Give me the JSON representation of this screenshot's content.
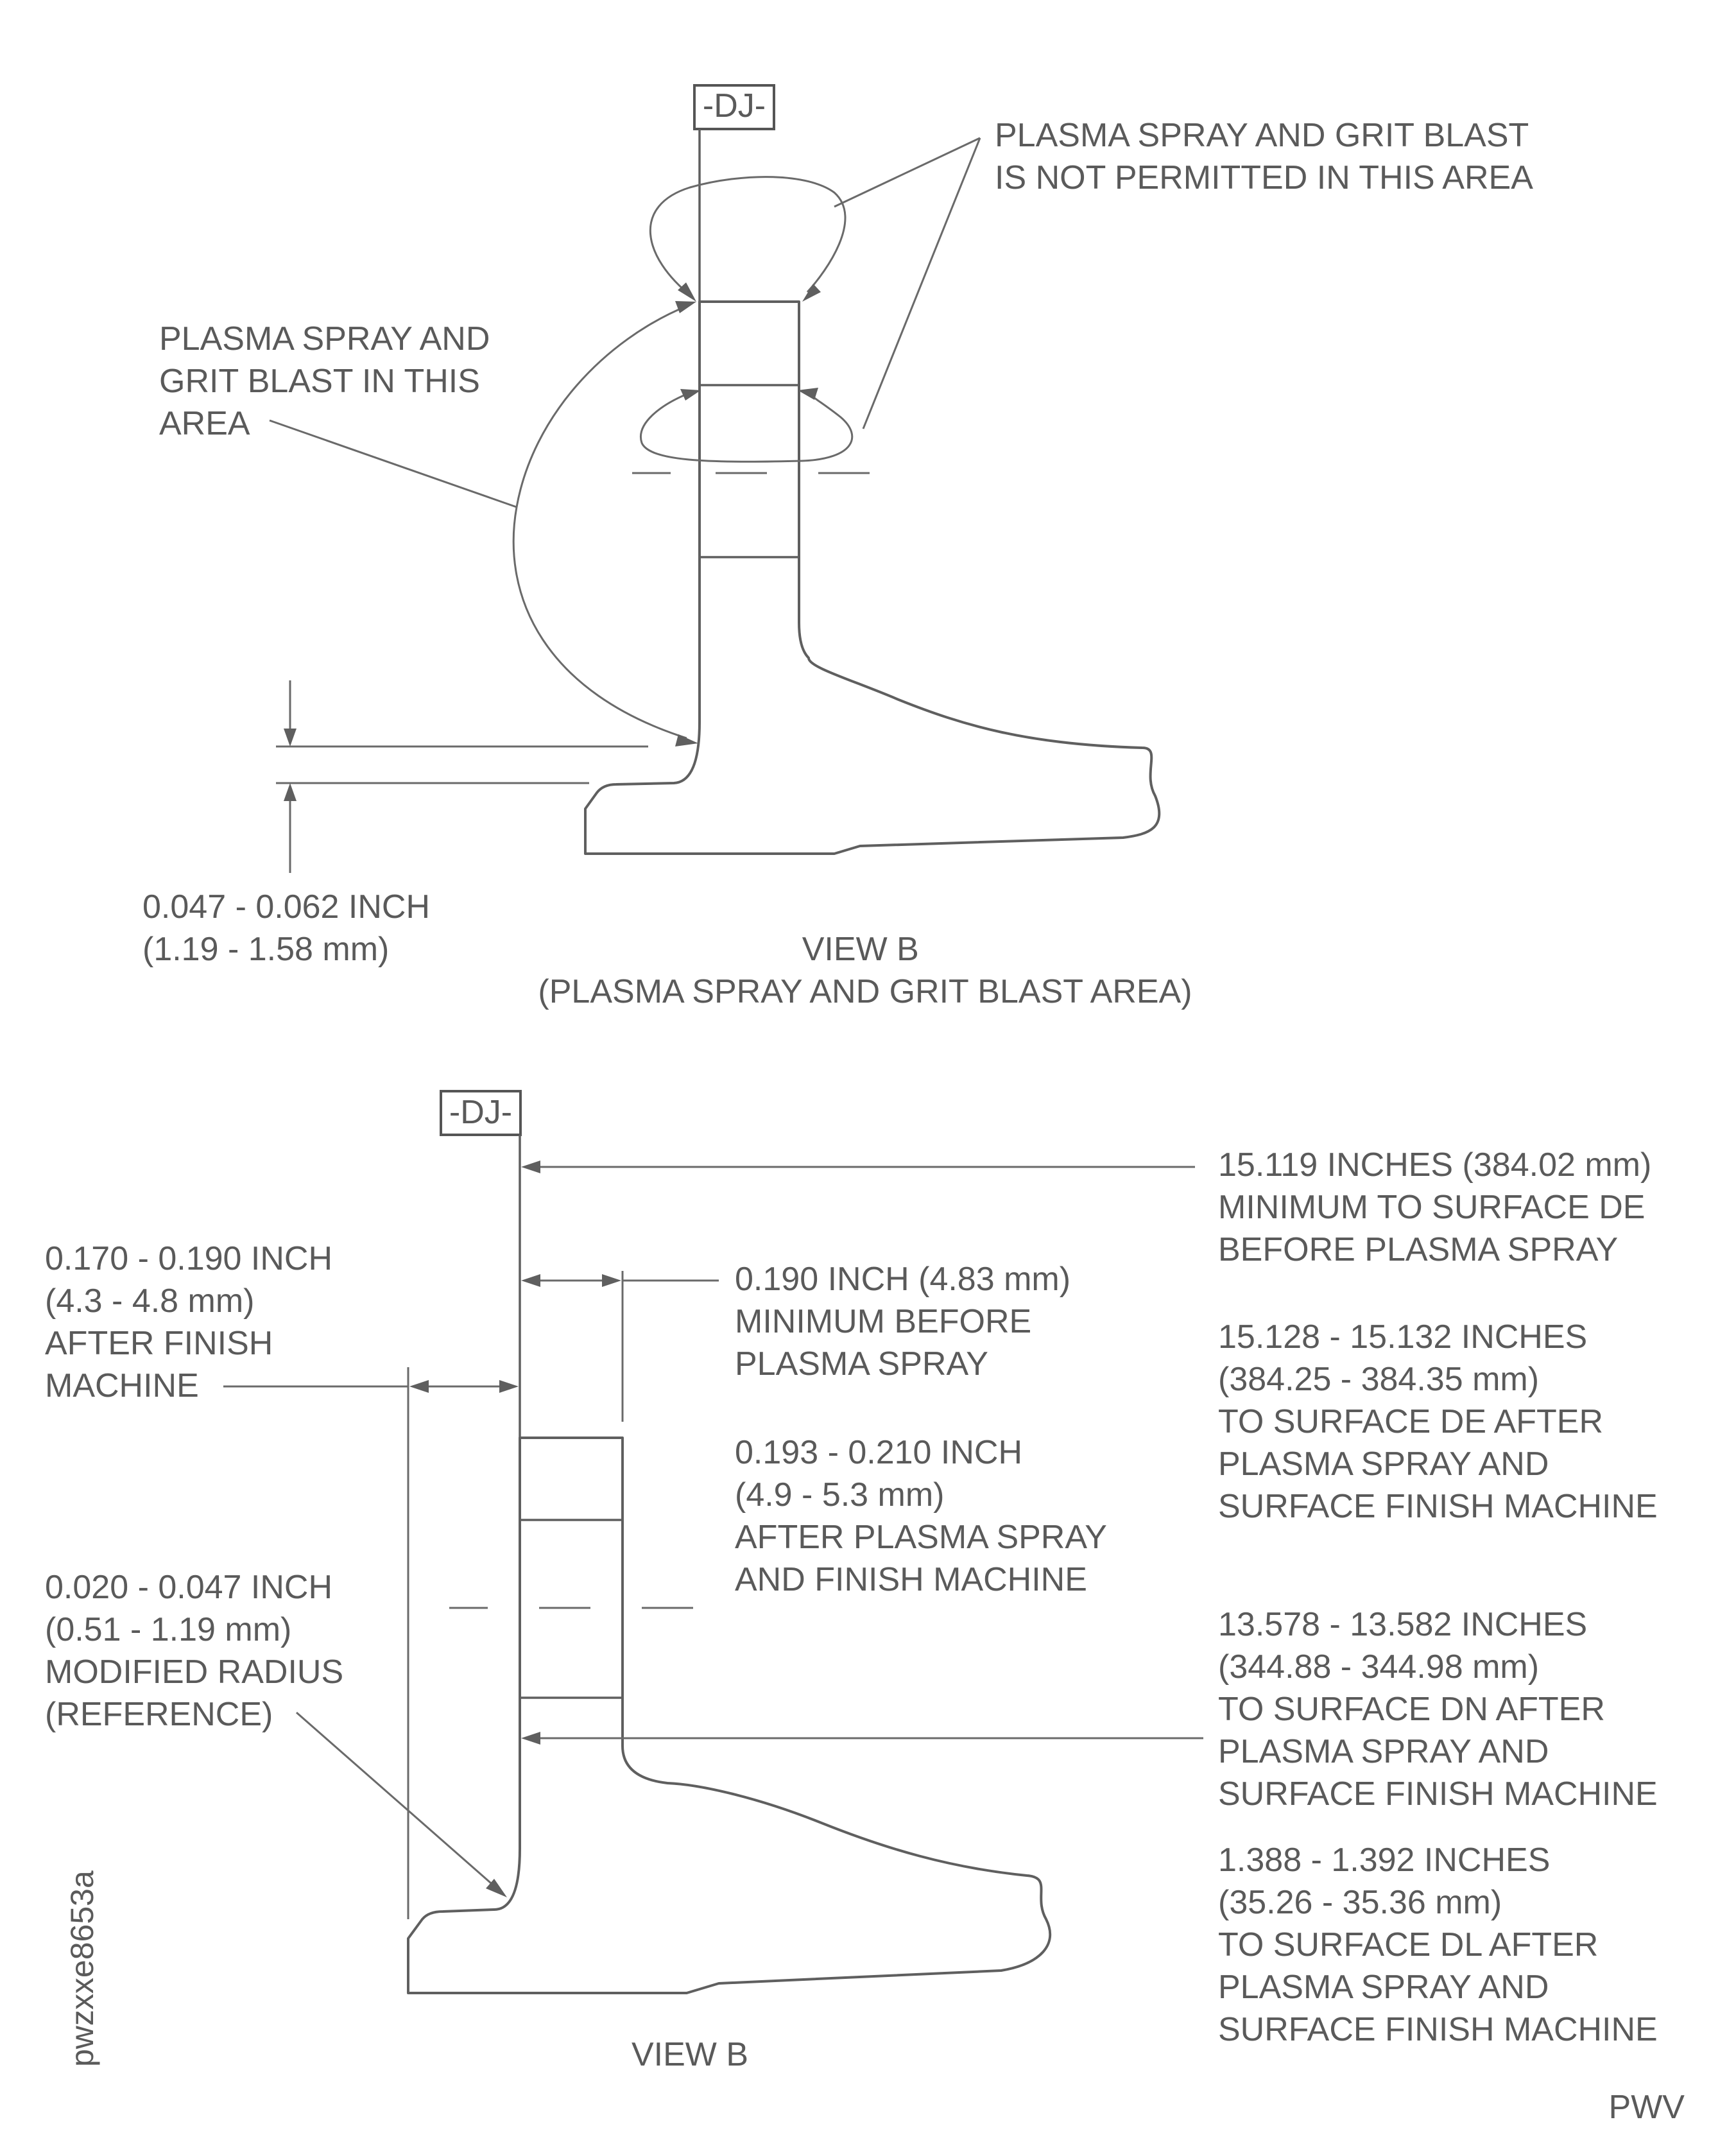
{
  "datum": "-DJ-",
  "view_top": {
    "not_permitted_note": [
      "PLASMA SPRAY AND GRIT BLAST",
      "IS NOT PERMITTED IN THIS AREA"
    ],
    "apply_note": [
      "PLASMA SPRAY AND",
      "GRIT BLAST IN THIS",
      "AREA"
    ],
    "thickness_dim": [
      "0.047 - 0.062 INCH",
      "(1.19 - 1.58 mm)"
    ],
    "caption": [
      "VIEW B",
      "(PLASMA SPRAY AND GRIT BLAST AREA)"
    ]
  },
  "view_bottom": {
    "dim_surface_de_min": [
      "15.119 INCHES (384.02 mm)",
      "MINIMUM TO SURFACE DE",
      "BEFORE PLASMA SPRAY"
    ],
    "dim_width_before": [
      "0.190 INCH (4.83 mm)",
      "MINIMUM BEFORE",
      "PLASMA SPRAY"
    ],
    "dim_finish_machine": [
      "0.170 - 0.190 INCH",
      "(4.3 - 4.8 mm)",
      "AFTER FINISH",
      "MACHINE"
    ],
    "dim_surface_de_after": [
      "15.128 - 15.132 INCHES",
      "(384.25 - 384.35 mm)",
      "TO SURFACE DE AFTER",
      "PLASMA SPRAY AND",
      "SURFACE FINISH MACHINE"
    ],
    "dim_width_after": [
      "0.193 - 0.210 INCH",
      "(4.9 - 5.3 mm)",
      "AFTER PLASMA SPRAY",
      "AND FINISH MACHINE"
    ],
    "dim_radius": [
      "0.020 - 0.047 INCH",
      "(0.51 - 1.19 mm)",
      "MODIFIED RADIUS",
      "(REFERENCE)"
    ],
    "dim_surface_dn": [
      "13.578 - 13.582 INCHES",
      "(344.88 - 344.98 mm)",
      "TO SURFACE DN AFTER",
      "PLASMA SPRAY AND",
      "SURFACE FINISH MACHINE"
    ],
    "dim_surface_dl": [
      "1.388 - 1.392 INCHES",
      "(35.26 - 35.36 mm)",
      "TO SURFACE DL AFTER",
      "PLASMA SPRAY AND",
      "SURFACE FINISH MACHINE"
    ],
    "caption": "VIEW B"
  },
  "figure_id": "pwzxxe8653a",
  "corner_mark": "PWV"
}
